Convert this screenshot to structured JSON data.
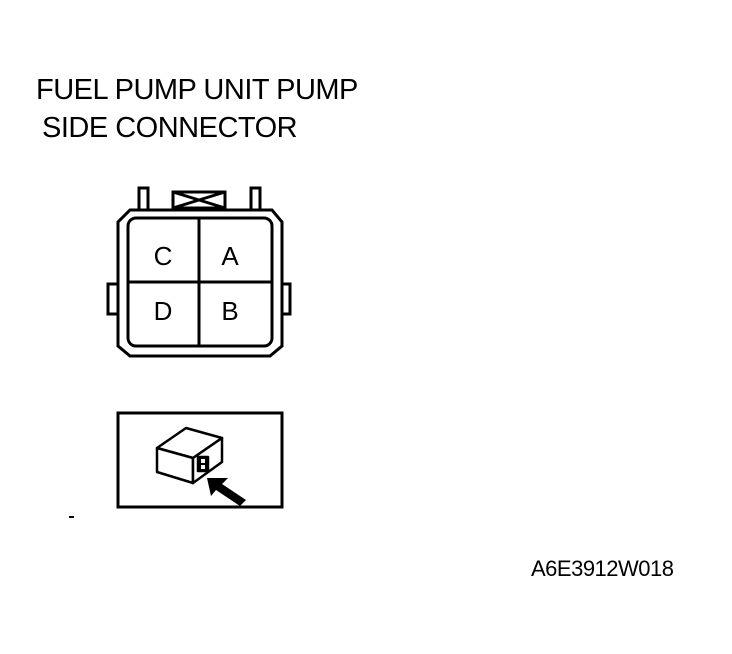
{
  "title": {
    "line1": "FUEL PUMP UNIT PUMP",
    "line2": "SIDE CONNECTOR"
  },
  "connector": {
    "pins": [
      {
        "id": "C",
        "label": "C"
      },
      {
        "id": "A",
        "label": "A"
      },
      {
        "id": "D",
        "label": "D"
      },
      {
        "id": "B",
        "label": "B"
      }
    ]
  },
  "inset": {
    "icon": "connector-view-arrow-icon"
  },
  "figure_code": "A6E3912W018"
}
